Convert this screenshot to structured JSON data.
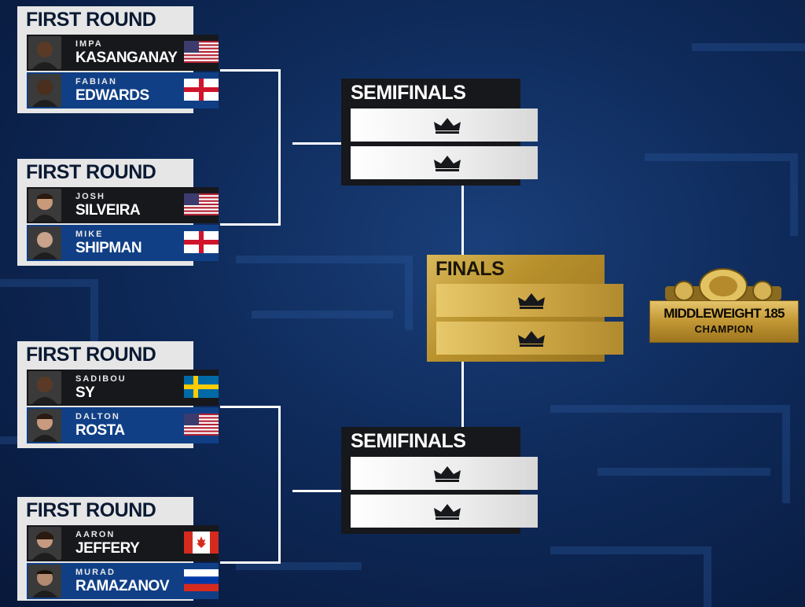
{
  "first_rounds": [
    {
      "title": "FIRST ROUND",
      "fighters": [
        {
          "first": "IMPA",
          "last": "KASANGANAY",
          "flag": "usa-flag-icon",
          "bar": "dark"
        },
        {
          "first": "FABIAN",
          "last": "EDWARDS",
          "flag": "england-flag-icon",
          "bar": "blue"
        }
      ]
    },
    {
      "title": "FIRST ROUND",
      "fighters": [
        {
          "first": "JOSH",
          "last": "SILVEIRA",
          "flag": "usa-flag-icon",
          "bar": "dark"
        },
        {
          "first": "MIKE",
          "last": "SHIPMAN",
          "flag": "england-flag-icon",
          "bar": "blue"
        }
      ]
    },
    {
      "title": "FIRST ROUND",
      "fighters": [
        {
          "first": "SADIBOU",
          "last": "SY",
          "flag": "sweden-flag-icon",
          "bar": "dark"
        },
        {
          "first": "DALTON",
          "last": "ROSTA",
          "flag": "usa-flag-icon",
          "bar": "blue"
        }
      ]
    },
    {
      "title": "FIRST ROUND",
      "fighters": [
        {
          "first": "AARON",
          "last": "JEFFERY",
          "flag": "canada-flag-icon",
          "bar": "dark"
        },
        {
          "first": "MURAD",
          "last": "RAMAZANOV",
          "flag": "russia-flag-icon",
          "bar": "blue"
        }
      ]
    }
  ],
  "semifinals": [
    {
      "title": "SEMIFINALS"
    },
    {
      "title": "SEMIFINALS"
    }
  ],
  "finals": {
    "title": "FINALS"
  },
  "belt": {
    "line1": "MIDDLEWEIGHT 185",
    "line2": "CHAMPION"
  },
  "colors": {
    "accent_gold": "#c19633",
    "panel_dark": "#17181c",
    "panel_blue": "#103f86",
    "card_light": "#e6e6e6"
  }
}
